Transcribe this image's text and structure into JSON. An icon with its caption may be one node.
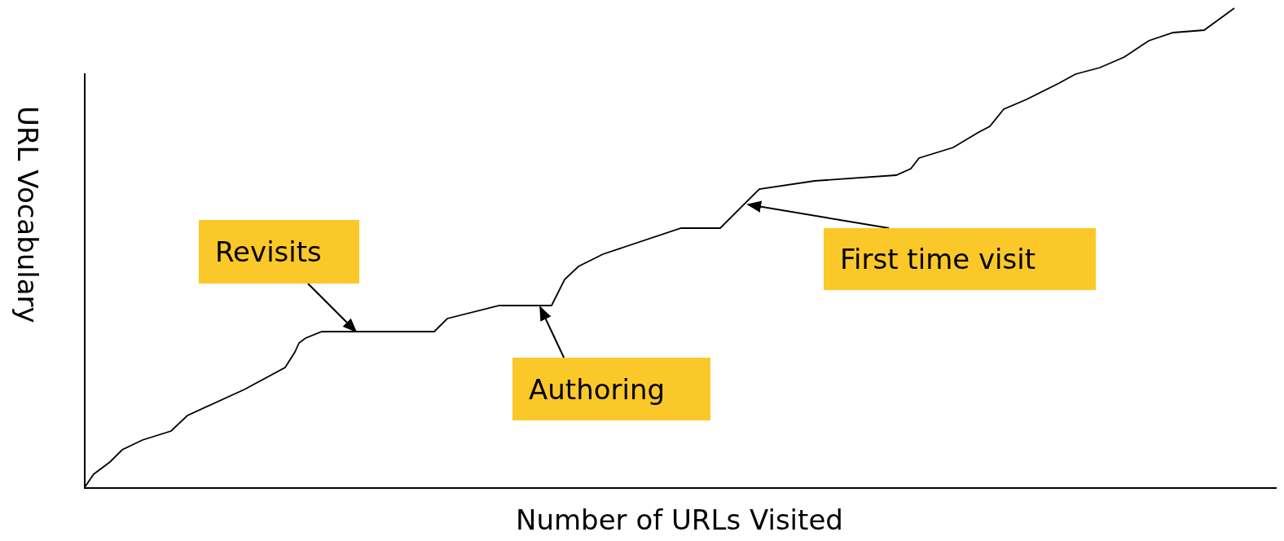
{
  "diagram": {
    "nodes": [
      {
        "text": [
          "Revisits"
        ]
      },
      {
        "text": [
          "Authoring"
        ]
      },
      {
        "text": [
          "First time visit"
        ]
      }
    ],
    "edges": [
      {
        "from": 0,
        "to": null,
        "arrow": "to"
      },
      {
        "from": 1,
        "to": null,
        "arrow": "to"
      },
      {
        "from": 2,
        "to": null,
        "arrow": "to"
      }
    ],
    "labels": [
      "URL Vocabulary",
      "Number of URLs Visited"
    ]
  }
}
